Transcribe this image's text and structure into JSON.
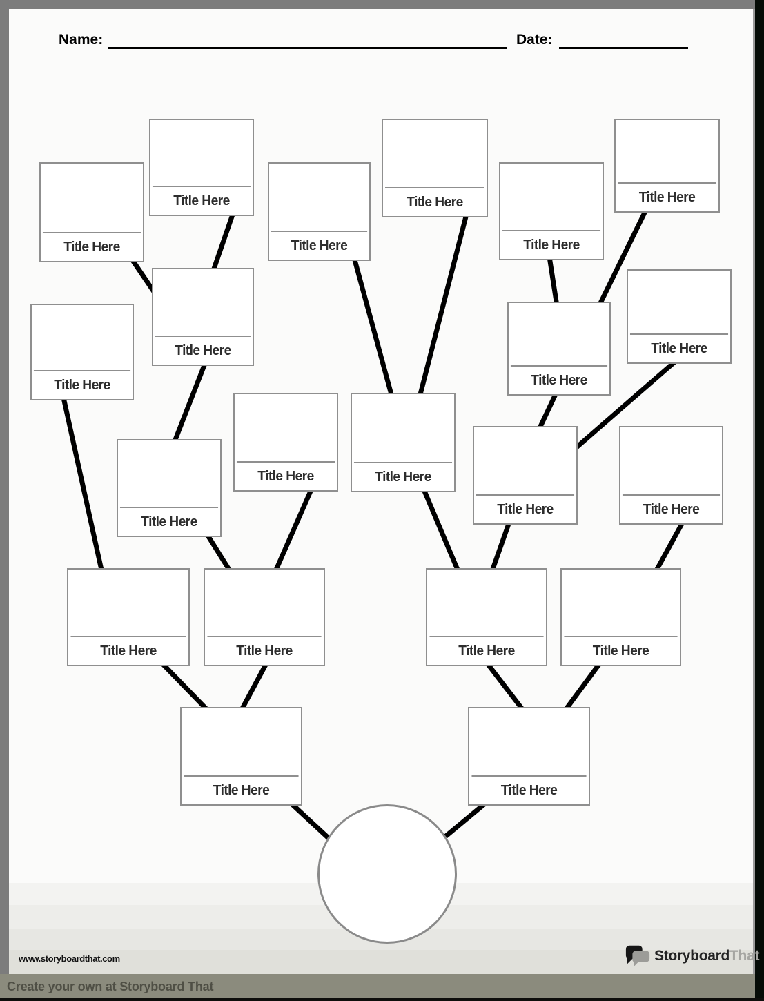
{
  "header": {
    "name_label": "Name:",
    "date_label": "Date:"
  },
  "tree": {
    "nodes": [
      {
        "label": "Title Here"
      },
      {
        "label": "Title Here"
      },
      {
        "label": "Title Here"
      },
      {
        "label": "Title Here"
      },
      {
        "label": "Title Here"
      },
      {
        "label": "Title Here"
      },
      {
        "label": "Title Here"
      },
      {
        "label": "Title Here"
      },
      {
        "label": "Title Here"
      },
      {
        "label": "Title Here"
      },
      {
        "label": "Title Here"
      },
      {
        "label": "Title Here"
      },
      {
        "label": "Title Here"
      },
      {
        "label": "Title Here"
      },
      {
        "label": "Title Here"
      },
      {
        "label": "Title Here"
      },
      {
        "label": "Title Here"
      },
      {
        "label": "Title Here"
      },
      {
        "label": "Title Here"
      },
      {
        "label": "Title Here"
      },
      {
        "label": "Title Here"
      }
    ],
    "root_circle_label": ""
  },
  "footer": {
    "website": "www.storyboardthat.com",
    "tagline": "Create your own at Storyboard That",
    "brand": {
      "icon": "speech-bubbles-icon",
      "primary": "Storyboard",
      "secondary": "That"
    }
  },
  "colors": {
    "frame_gray": "#7c7c7c",
    "frame_dark": "#060c07",
    "box_border": "#8f8f8f",
    "connector": "#000000",
    "footer_band": "#e0e0da",
    "footer_olive": "#8b8b7d",
    "tagline_text": "#4f4f45",
    "brand_secondary_text": "#a5a5a1"
  }
}
